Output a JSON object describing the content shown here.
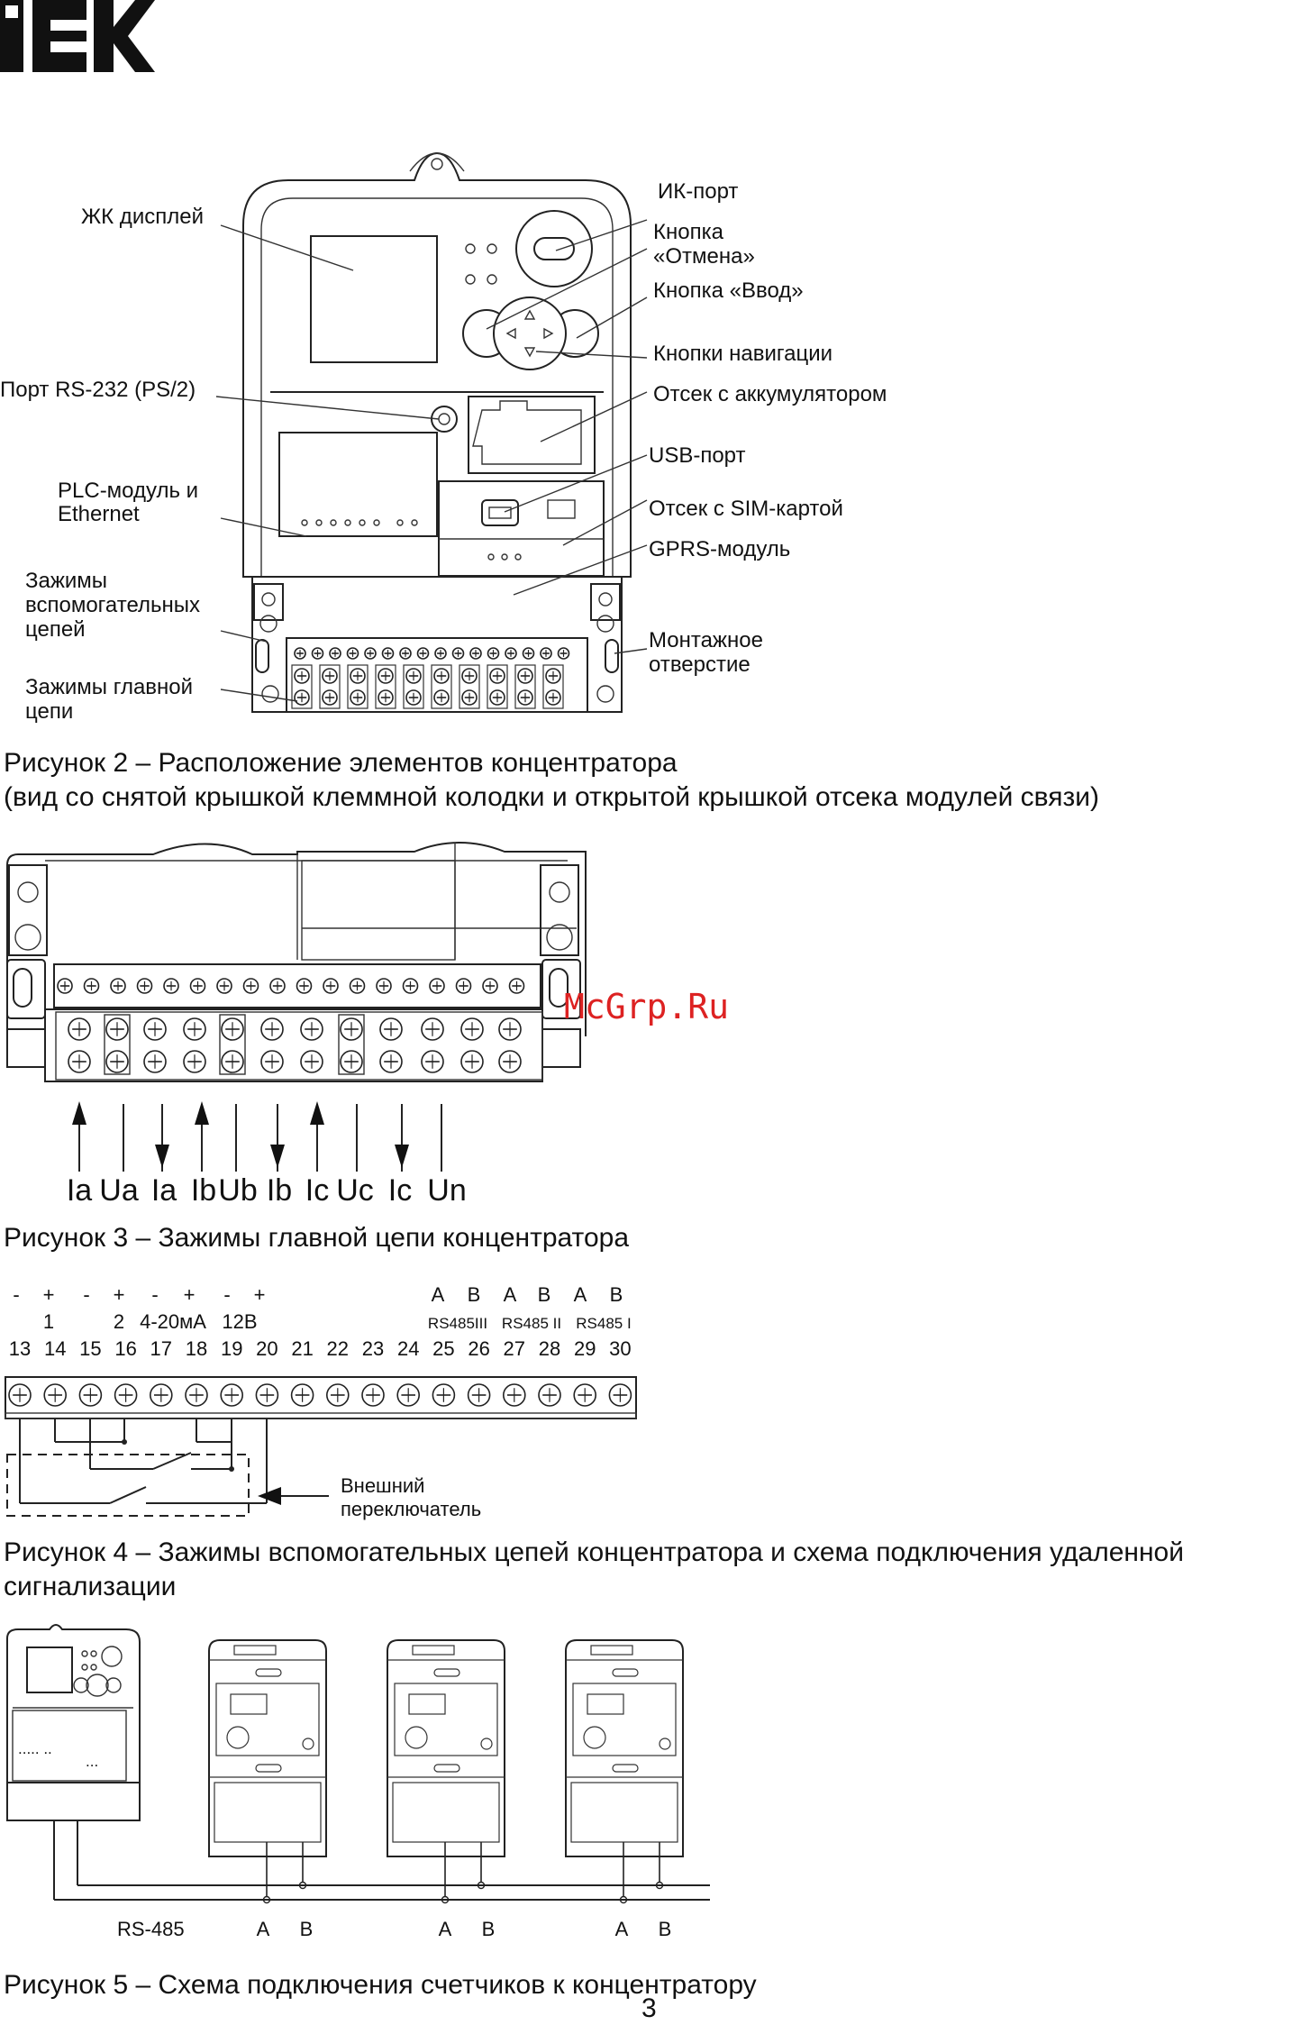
{
  "logo": "IEK",
  "page_number": "3",
  "watermark": "McGrp.Ru",
  "figure2": {
    "labels": {
      "lcd": "ЖК дисплей",
      "ir_port": "ИК-порт",
      "cancel_1": "Кнопка",
      "cancel_2": "«Отмена»",
      "enter": "Кнопка «Ввод»",
      "nav": "Кнопки навигации",
      "rs232": "Порт RS-232 (PS/2)",
      "battery": "Отсек с аккумулятором",
      "usb": "USB-порт",
      "plc_1": "PLC-модуль и",
      "plc_2": "Ethernet",
      "sim": "Отсек с SIM-картой",
      "gprs": "GPRS-модуль",
      "aux_1": "Зажимы",
      "aux_2": "вспомогательных",
      "aux_3": "цепей",
      "mount_1": "Монтажное",
      "mount_2": "отверстие",
      "main_1": "Зажимы  главной",
      "main_2": "цепи"
    },
    "caption_1": "Рисунок 2 – Расположение элементов концентратора",
    "caption_2": "(вид со снятой крышкой клеммной колодки и открытой крышкой отсека модулей связи)"
  },
  "figure3": {
    "terminal_labels": [
      "Ia",
      "Ua",
      "Ia",
      "Ib",
      "Ub",
      "Ib",
      "Ic",
      "Uc",
      "Ic",
      "Un"
    ],
    "caption": "Рисунок 3 – Зажимы главной цепи концентратора"
  },
  "figure4": {
    "polarity": [
      "-",
      "+",
      "-",
      "+",
      "-",
      "+",
      "-",
      "+"
    ],
    "group_labels": [
      "1",
      "2",
      "4-20мА",
      "12В"
    ],
    "ab_labels": [
      "A",
      "B",
      "A",
      "B",
      "A",
      "B"
    ],
    "rs485_labels": [
      "RS485III",
      "RS485 II",
      "RS485 I"
    ],
    "terminal_numbers": [
      "13",
      "14",
      "15",
      "16",
      "17",
      "18",
      "19",
      "20",
      "21",
      "22",
      "23",
      "24",
      "25",
      "26",
      "27",
      "28",
      "29",
      "30"
    ],
    "switch_label_1": "Внешний",
    "switch_label_2": "переключатель",
    "caption_1": "Рисунок 4 – Зажимы вспомогательных цепей концентратора и  схема подключения удаленной",
    "caption_2": "сигнализации"
  },
  "figure5": {
    "rs485": "RS-485",
    "ab": [
      "A",
      "B",
      "A",
      "B",
      "A",
      "B"
    ],
    "caption": "Рисунок 5 – Схема подключения счетчиков к концентратору"
  }
}
